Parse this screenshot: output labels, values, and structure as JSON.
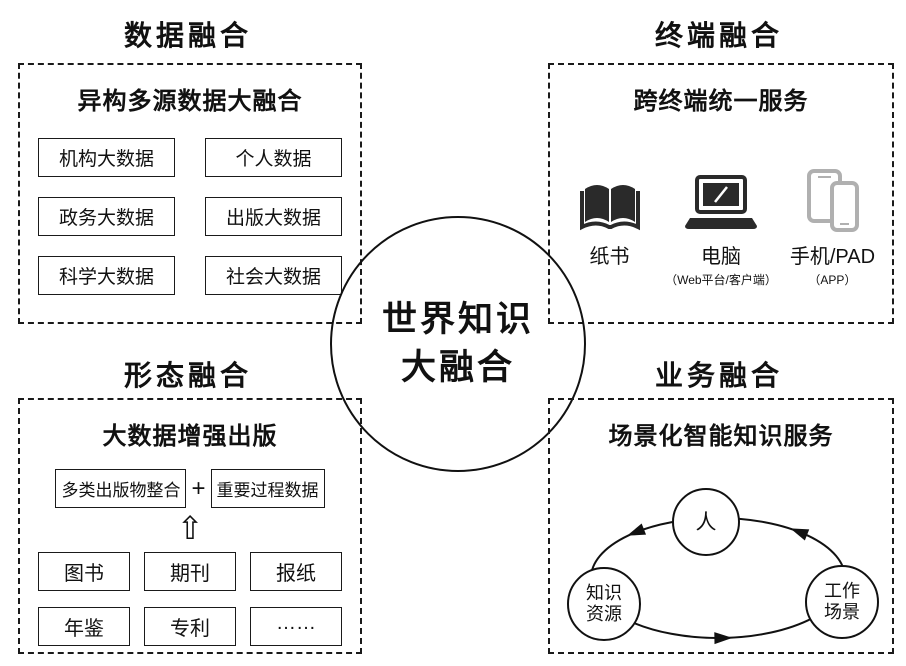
{
  "center": {
    "line1": "世界知识",
    "line2": "大融合"
  },
  "data_fusion": {
    "title": "数据融合",
    "subtitle": "异构多源数据大融合",
    "items": [
      "机构大数据",
      "个人数据",
      "政务大数据",
      "出版大数据",
      "科学大数据",
      "社会大数据"
    ]
  },
  "terminal_fusion": {
    "title": "终端融合",
    "subtitle": "跨终端统一服务",
    "devices": [
      {
        "label": "纸书",
        "note": "",
        "icon": "book-icon"
      },
      {
        "label": "电脑",
        "note": "（Web平台/客户端）",
        "icon": "laptop-icon"
      },
      {
        "label": "手机/PAD",
        "note": "（APP）",
        "icon": "phone-tablet-icon"
      }
    ]
  },
  "form_fusion": {
    "title": "形态融合",
    "subtitle": "大数据增强出版",
    "merge": {
      "left": "多类出版物整合",
      "plus": "+",
      "right": "重要过程数据"
    },
    "arrow": "⇧",
    "items": [
      "图书",
      "期刊",
      "报纸",
      "年鉴",
      "专利",
      "……"
    ]
  },
  "business_fusion": {
    "title": "业务融合",
    "subtitle": "场景化智能知识服务",
    "nodes": {
      "top": "人",
      "left1": "知识",
      "left2": "资源",
      "right1": "工作",
      "right2": "场景"
    }
  },
  "colors": {
    "line": "#1a1a1a",
    "icon_dark": "#2a2a2a",
    "icon_light": "#b0b0b0"
  }
}
